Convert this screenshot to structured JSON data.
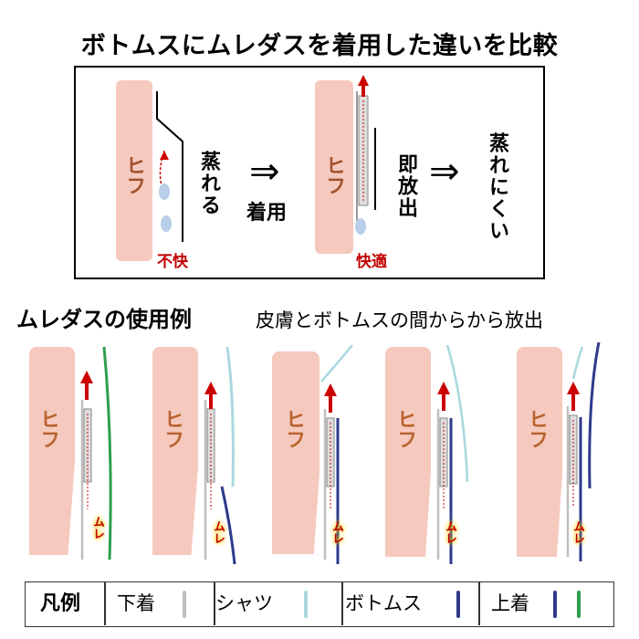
{
  "title": "ボトムスにムレダスを着用した違いを比較",
  "comparison": {
    "skin_label": "ヒフ",
    "before_action": "蒸れる",
    "before_result": "不快",
    "arrow_symbol": "⇒",
    "wear_label": "着用",
    "after_action": "即放出",
    "after_result": "快適",
    "final_label": "蒸れにくい"
  },
  "usage": {
    "title": "ムレダスの使用例",
    "subtitle": "皮膚とボトムスの間からから放出",
    "skin_label": "ヒフ",
    "mure_label": "ムレ"
  },
  "legend": {
    "title": "凡例",
    "items": [
      {
        "label": "下着",
        "color": "#bfbfbf"
      },
      {
        "label": "シャツ",
        "color": "#a9d8df"
      },
      {
        "label": "ボトムス",
        "color": "#2e3a8c"
      },
      {
        "label": "上着",
        "color": "#2e3a8c",
        "color2": "#2e9e4f"
      }
    ]
  },
  "colors": {
    "skin": "#f6c9be",
    "skin_text": "#a0522d",
    "arrow_red": "#cc0000",
    "underwear": "#bfbfbf",
    "shirt": "#a9d8df",
    "bottoms": "#2e3a8c",
    "jacket_green": "#2e9e4f"
  }
}
